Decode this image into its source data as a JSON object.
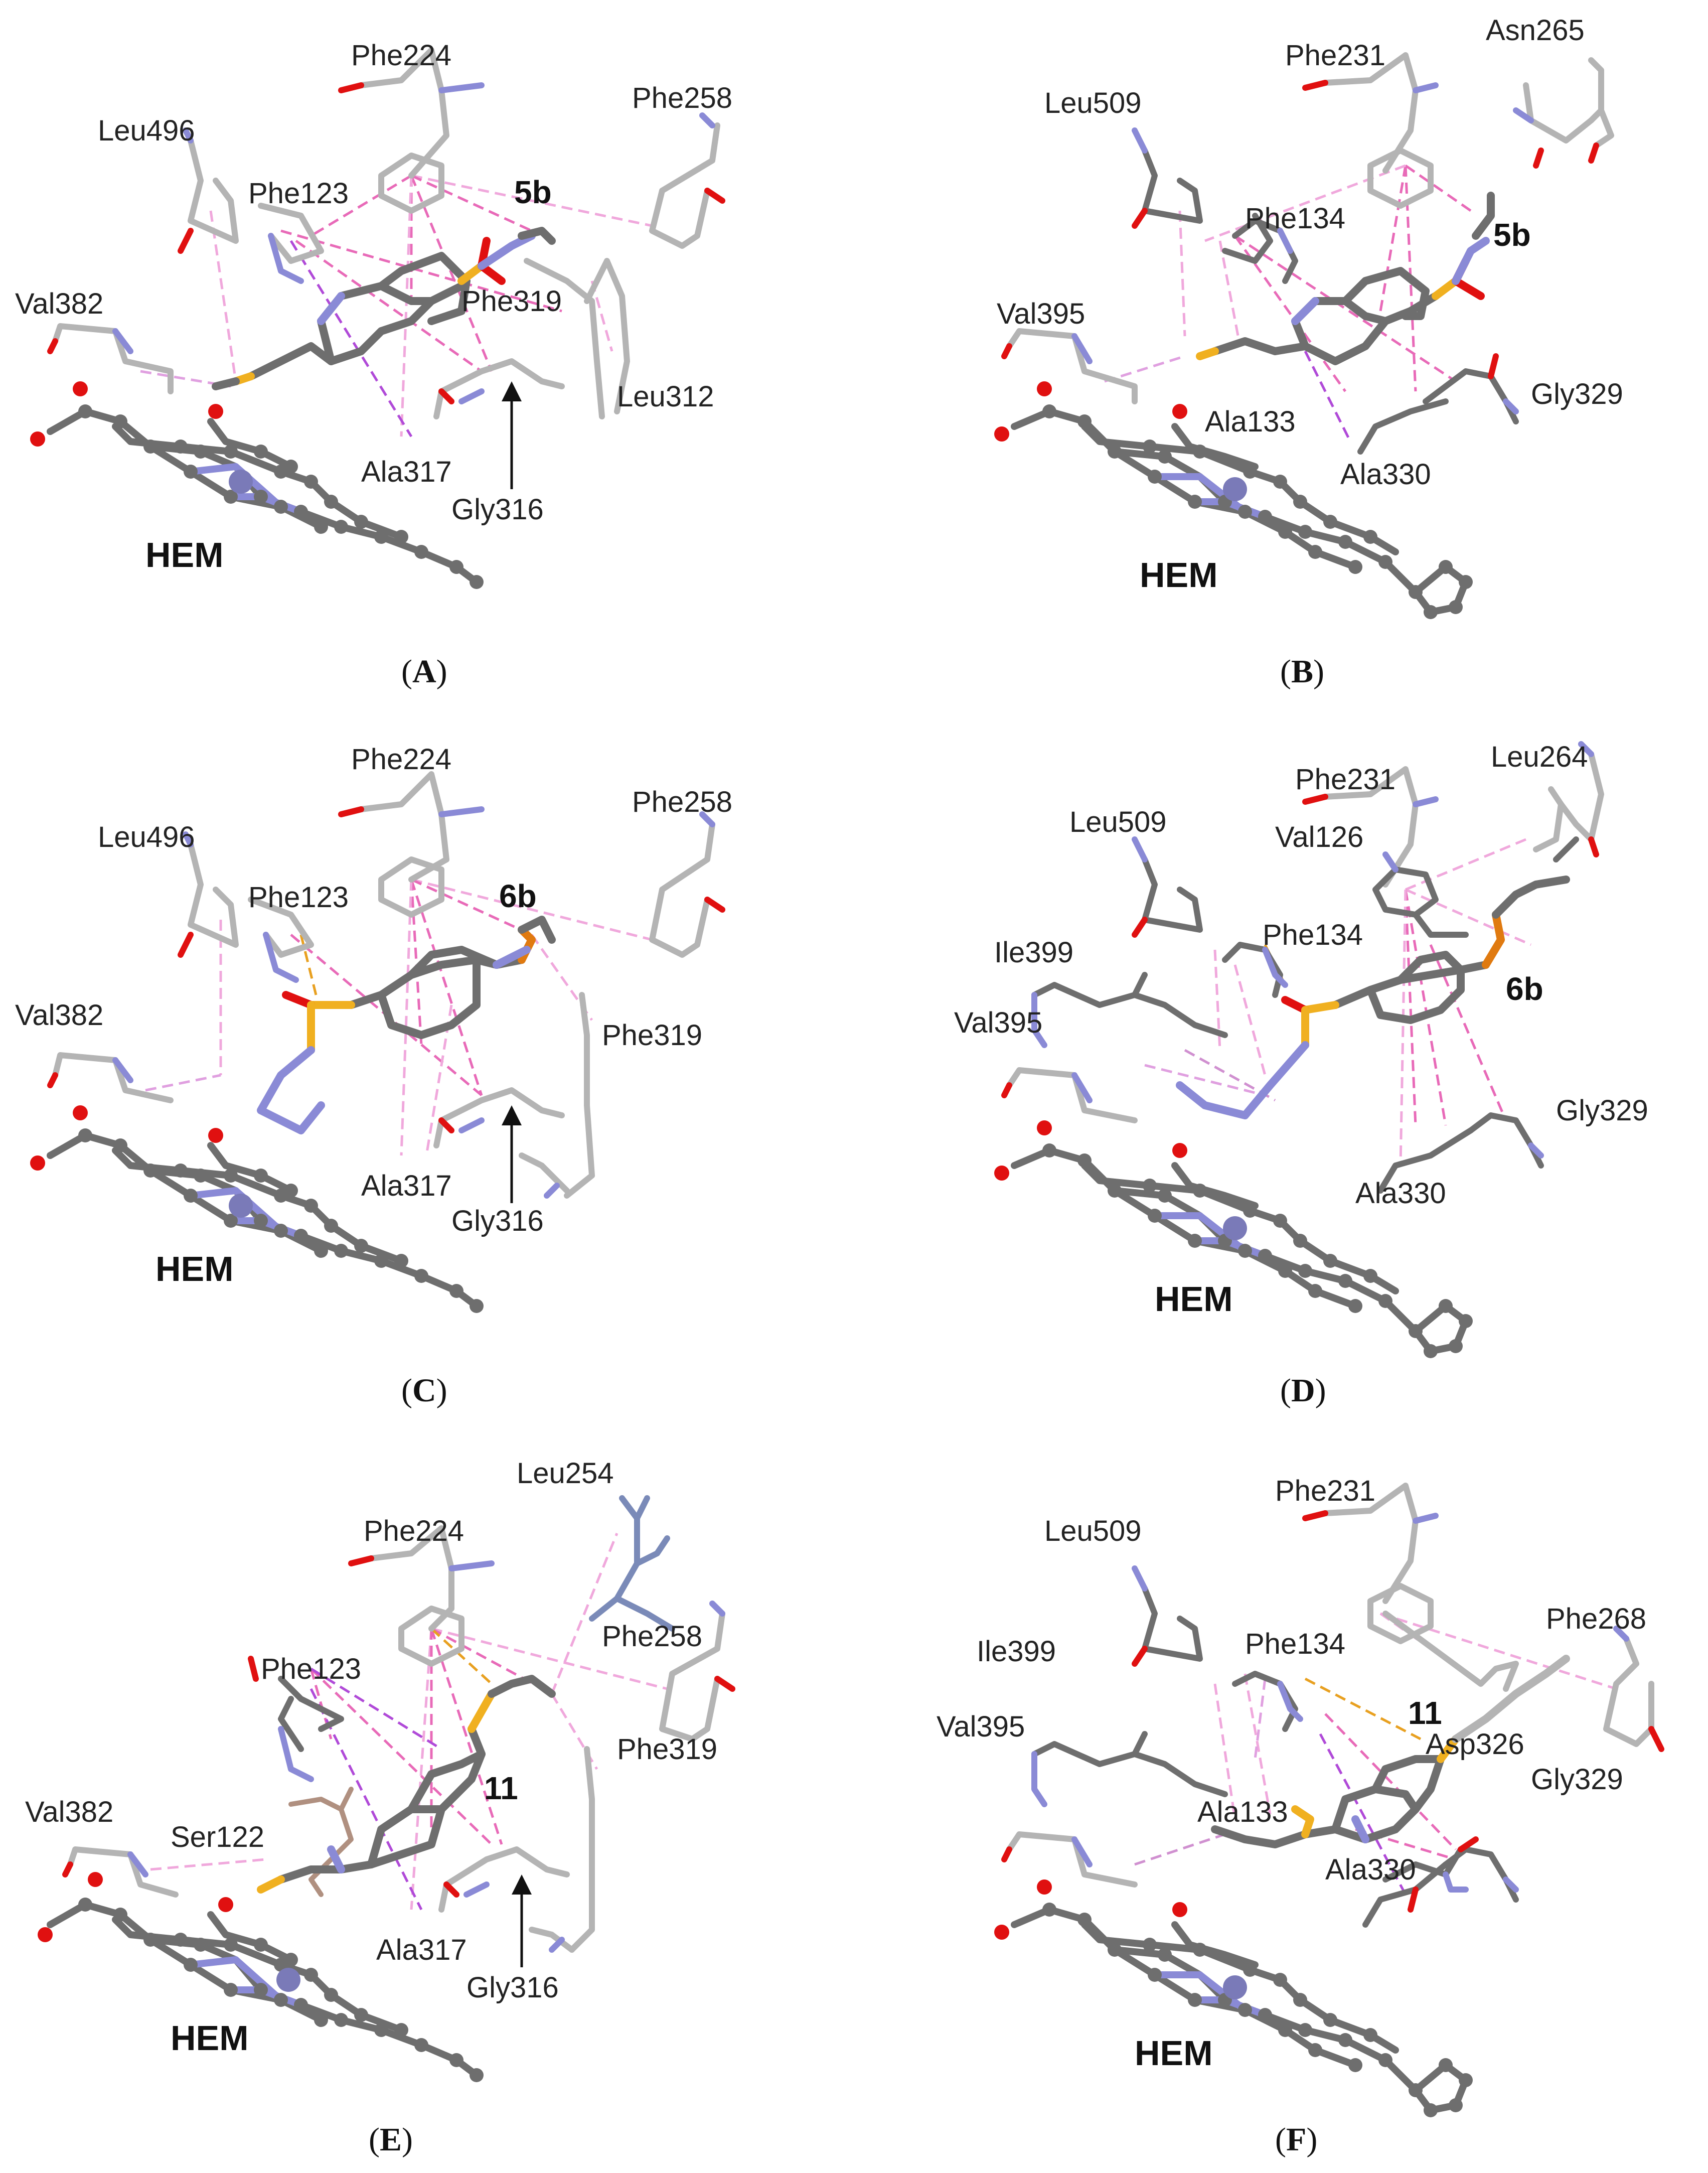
{
  "panels": [
    {
      "caption_letter": "A",
      "ligand": "5b",
      "hem": "HEM",
      "residues": [
        "Phe224",
        "Phe258",
        "Leu496",
        "Phe123",
        "Val382",
        "Phe319",
        "Leu312",
        "Ala317",
        "Gly316"
      ]
    },
    {
      "caption_letter": "B",
      "ligand": "5b",
      "hem": "HEM",
      "residues": [
        "Phe231",
        "Asn265",
        "Leu509",
        "Phe134",
        "Val395",
        "Ala133",
        "Gly329",
        "Ala330"
      ]
    },
    {
      "caption_letter": "C",
      "ligand": "6b",
      "hem": "HEM",
      "residues": [
        "Phe224",
        "Phe258",
        "Leu496",
        "Phe123",
        "Val382",
        "Phe319",
        "Ala317",
        "Gly316"
      ]
    },
    {
      "caption_letter": "D",
      "ligand": "6b",
      "hem": "HEM",
      "residues": [
        "Leu264",
        "Phe231",
        "Leu509",
        "Val126",
        "Ile399",
        "Phe134",
        "Val395",
        "Gly329",
        "Ala330"
      ]
    },
    {
      "caption_letter": "E",
      "ligand": "11",
      "hem": "HEM",
      "residues": [
        "Leu254",
        "Phe224",
        "Phe258",
        "Phe123",
        "Phe319",
        "Val382",
        "Ser122",
        "Ala317",
        "Gly316"
      ]
    },
    {
      "caption_letter": "F",
      "ligand": "11",
      "hem": "HEM",
      "residues": [
        "Phe231",
        "Leu509",
        "Phe268",
        "Ile399",
        "Phe134",
        "Val395",
        "Asp326",
        "Gly329",
        "Ala133",
        "Ala330"
      ]
    }
  ],
  "colors": {
    "carbon": "#6e6e6e",
    "residue_carbon": "#b4b4b4",
    "nitrogen": "#8a8ad6",
    "oxygen": "#e01010",
    "sulfur": "#f0b020",
    "selenium_orange": "#e07a10",
    "interaction_pink": "#e86ab8",
    "interaction_light": "#f0a8dc",
    "interaction_violet": "#b04ad8",
    "hbond_orange": "#e8a020",
    "iron": "#7a7ab8"
  }
}
